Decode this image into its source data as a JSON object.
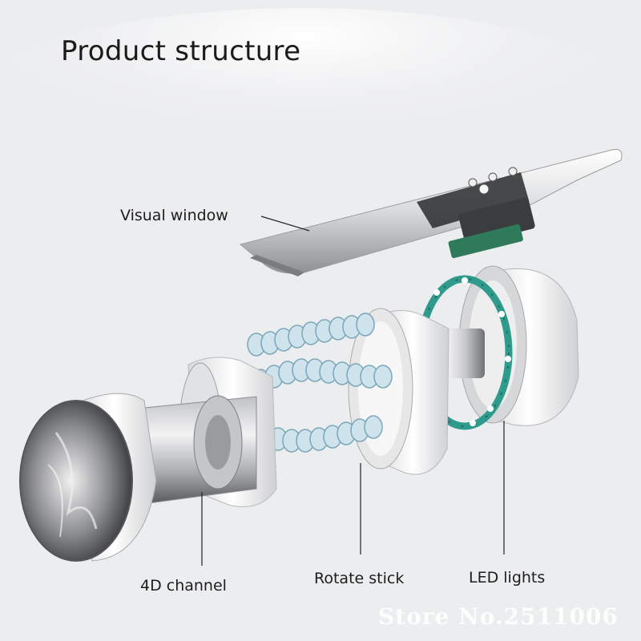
{
  "title": "Product structure",
  "labels": {
    "visual_window": "Visual window",
    "channel": "4D channel",
    "rotate_stick": "Rotate stick",
    "led_lights": "LED lights"
  },
  "watermark": "Store No.2511006",
  "colors": {
    "background": "#ecedef",
    "led_ring": "#2f9b8c",
    "spring": "#7aa7ba",
    "body": "#f4f4f4"
  }
}
